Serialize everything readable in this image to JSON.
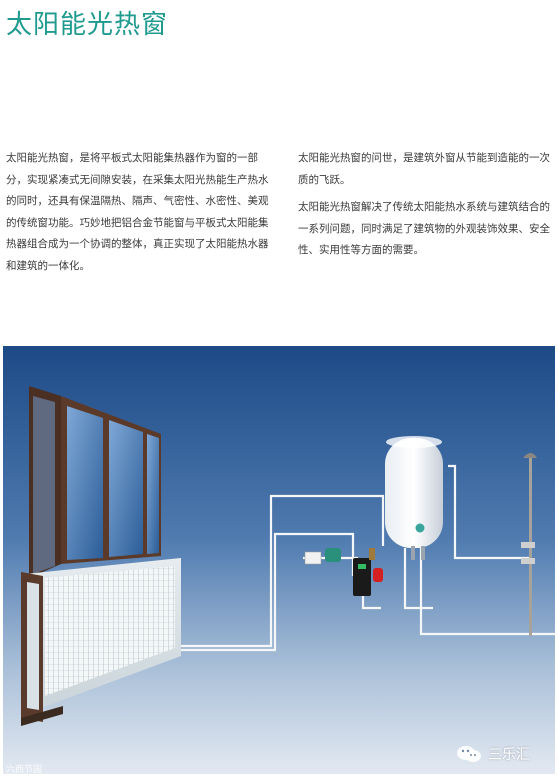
{
  "page": {
    "title": "太阳能光热窗"
  },
  "left_column": {
    "paragraph_1": "太阳能光热窗，是将平板式太阳能集热器作为窗的一部分，实现紧凑式无间隙安装，在采集太阳光热能生产热水的同时，还具有保温隔热、隔声、气密性、水密性、美观的传统窗功能。巧妙地把铝合金节能窗与平板式太阳能集热器组合成为一个协调的整体，真正实现了太阳能热水器和建筑的一体化。"
  },
  "right_column": {
    "paragraph_1": "太阳能光热窗的问世，是建筑外窗从节能到造能的一次质的飞跃。",
    "paragraph_2": "太阳能光热窗解决了传统太阳能热水系统与建筑结合的一系列问题，同时满足了建筑物的外观装饰效果、安全性、实用性等方面的需要。"
  },
  "watermarks": {
    "left": "六西节国",
    "brand_label": "三乐汇",
    "brand_icon": "wechat-icon"
  },
  "colors": {
    "title": "#1f9a8f",
    "body_text": "#3a3a3a",
    "scene_top": "#1f4d8a",
    "scene_bottom": "#dfe6ef"
  }
}
